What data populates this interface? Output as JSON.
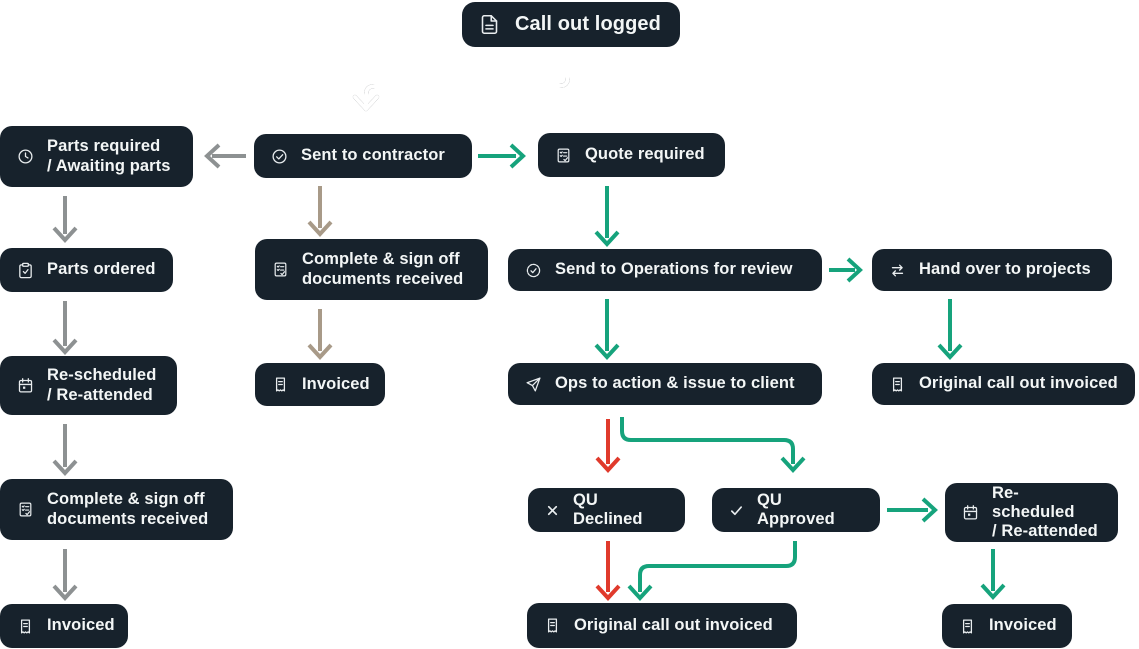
{
  "diagram": {
    "colors": {
      "canvas": "#ffffff",
      "node_bg": "#17222c",
      "node_text": "#f3f6f6",
      "icon": "#e9edef",
      "green": "#16a37c",
      "red": "#e03a2c",
      "gray": "#8d9192",
      "taupe": "#a89a88",
      "white_arrow": "#ffffff",
      "white_arrow_outline": "#0b1118"
    },
    "nodes": {
      "call_out_logged": {
        "label": "Call out logged",
        "icon": "file-text"
      },
      "parts_required": {
        "label": [
          "Parts required",
          "/ Awaiting parts"
        ],
        "icon": "clock"
      },
      "sent_to_contractor": {
        "label": "Sent to contractor",
        "icon": "check-circle"
      },
      "quote_required": {
        "label": "Quote required",
        "icon": "checklist"
      },
      "parts_ordered": {
        "label": "Parts ordered",
        "icon": "clipboard-check"
      },
      "complete_signoff_contractor": {
        "label": [
          "Complete & sign off",
          "documents received"
        ],
        "icon": "checklist"
      },
      "send_to_operations": {
        "label": "Send to Operations for review",
        "icon": "badge-check"
      },
      "hand_over_projects": {
        "label": "Hand over to projects",
        "icon": "transfer"
      },
      "re_scheduled_parts": {
        "label": [
          "Re-scheduled",
          "/ Re-attended"
        ],
        "icon": "calendar"
      },
      "invoiced_contractor": {
        "label": "Invoiced",
        "icon": "receipt"
      },
      "ops_to_action": {
        "label": "Ops to action & issue to client",
        "icon": "send"
      },
      "original_invoiced_projects": {
        "label": "Original call out invoiced",
        "icon": "receipt"
      },
      "complete_signoff_parts": {
        "label": [
          "Complete & sign off",
          "documents received"
        ],
        "icon": "checklist"
      },
      "qu_declined": {
        "label": "QU Declined",
        "icon": "x"
      },
      "qu_approved": {
        "label": "QU Approved",
        "icon": "check"
      },
      "re_scheduled_qu": {
        "label": [
          "Re-scheduled",
          "/ Re-attended"
        ],
        "icon": "calendar"
      },
      "invoiced_parts": {
        "label": "Invoiced",
        "icon": "receipt"
      },
      "original_invoiced_qu": {
        "label": "Original call out invoiced",
        "icon": "receipt"
      },
      "invoiced_qu": {
        "label": "Invoiced",
        "icon": "receipt"
      }
    }
  }
}
